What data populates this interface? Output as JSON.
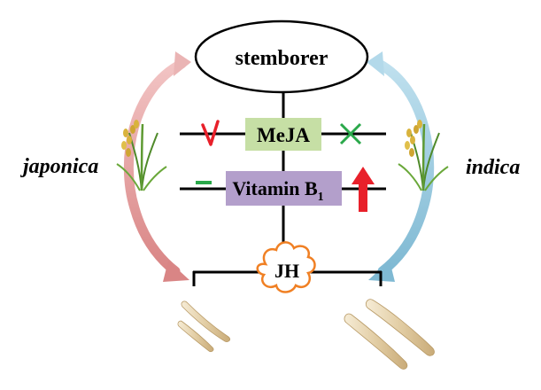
{
  "diagram": {
    "top_node": "stemborer",
    "hormone_1": "MeJA",
    "hormone_2": {
      "text": "Vitamin B",
      "subscript": "1"
    },
    "bottom_node": "JH",
    "left_cultivar": "japonica",
    "right_cultivar": "indica",
    "effects": {
      "japonica_meja": "check-mark-icon",
      "indica_meja": "cross-mark-icon",
      "japonica_vitaminb1": "minus-icon",
      "indica_vitaminb1": "up-arrow-icon"
    },
    "colors": {
      "meja_box": "#c6dfa5",
      "vitamin_box": "#b39fcb",
      "left_arrow": "#d98f8f",
      "right_arrow": "#8fc3d8",
      "check": "#e8202a",
      "cross": "#2aa84a",
      "minus": "#2aa84a",
      "up_arrow": "#e8202a",
      "jh_cloud": "#f08024"
    }
  }
}
